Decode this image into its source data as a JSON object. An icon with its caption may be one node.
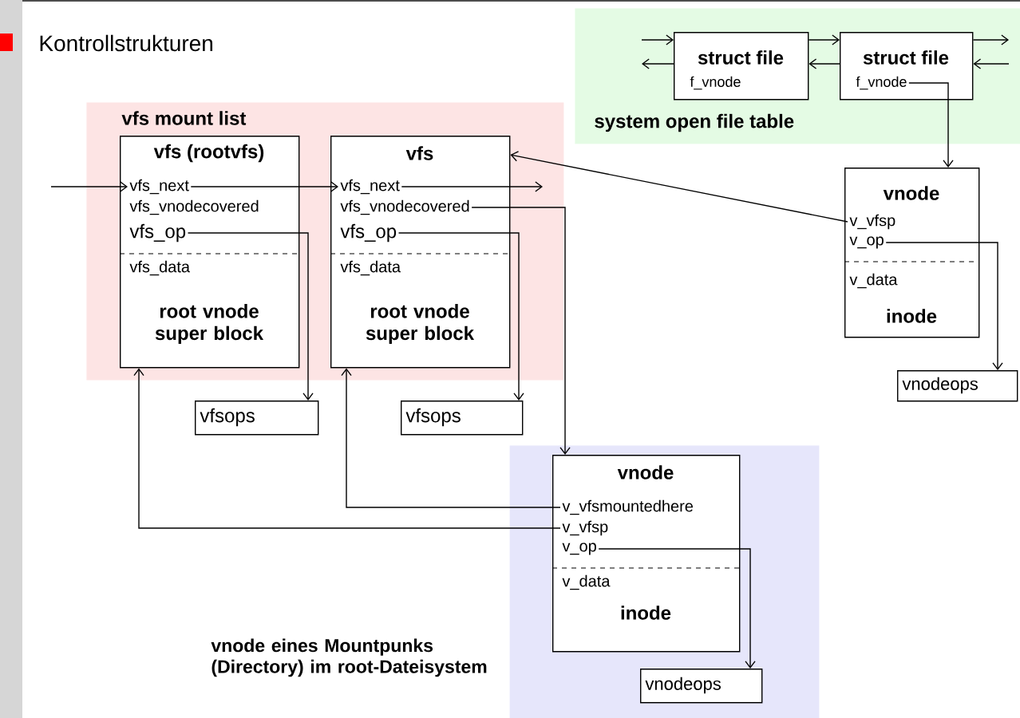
{
  "diagram": {
    "title": "Kontrollstrukturen",
    "nodes": [
      {
        "text": [
          "vfs mount list"
        ]
      },
      {
        "text": [
          "vfs (rootvfs)",
          "root vnode super block"
        ],
        "in": 0
      },
      {
        "text": [
          "vfs_next"
        ],
        "in": 1
      },
      {
        "text": [
          "vfs_vnodecovered"
        ],
        "in": 1
      },
      {
        "text": [
          "vfs_op"
        ],
        "in": 1
      },
      {
        "text": [
          "vfs_data"
        ],
        "in": 1
      },
      {
        "text": [
          "vfs",
          "root vnode super block"
        ],
        "in": 0
      },
      {
        "text": [
          "vfs_next"
        ],
        "in": 6
      },
      {
        "text": [
          "vfs_vnodecovered"
        ],
        "in": 6
      },
      {
        "text": [
          "vfs_op"
        ],
        "in": 6
      },
      {
        "text": [
          "vfs_data"
        ],
        "in": 6
      },
      {
        "text": [
          "system open file table"
        ]
      },
      {
        "text": [
          "struct file"
        ],
        "in": 11
      },
      {
        "text": [
          "f_vnode"
        ],
        "in": 12
      },
      {
        "text": [
          "struct file"
        ],
        "in": 11
      },
      {
        "text": [
          "f_vnode"
        ],
        "in": 14
      },
      {
        "text": [
          "vnode",
          "inode"
        ]
      },
      {
        "text": [
          "v_vfsp"
        ],
        "in": 16
      },
      {
        "text": [
          "v_op"
        ],
        "in": 16
      },
      {
        "text": [
          "v_data"
        ],
        "in": 16
      },
      {
        "text": [
          "vnodeops"
        ]
      },
      {
        "text": [
          "vfsops"
        ]
      },
      {
        "text": [
          "vfsops"
        ]
      },
      {
        "text": [],
        "shape": "box"
      },
      {
        "text": [
          "vnode",
          "inode"
        ],
        "in": 23
      },
      {
        "text": [
          "v_vfsmountedhere"
        ],
        "in": 24
      },
      {
        "text": [
          "v_vfsp"
        ],
        "in": 24
      },
      {
        "text": [
          "v_op"
        ],
        "in": 24
      },
      {
        "text": [
          "v_data"
        ],
        "in": 24
      },
      {
        "text": [
          "vnodeops"
        ],
        "in": 23
      }
    ],
    "edges": [
      {
        "from": null,
        "to": 2,
        "arrow": "to"
      },
      {
        "from": 2,
        "to": 7,
        "arrow": "to"
      },
      {
        "from": 7,
        "to": null,
        "arrow": "to"
      },
      {
        "from": 4,
        "to": 21,
        "arrow": "to"
      },
      {
        "from": 9,
        "to": 22,
        "arrow": "to"
      },
      {
        "from": 8,
        "to": 24,
        "arrow": "to"
      },
      {
        "from": 17,
        "to": 6,
        "arrow": "to"
      },
      {
        "from": 15,
        "to": 16,
        "arrow": "to"
      },
      {
        "from": 18,
        "to": 20,
        "arrow": "to"
      },
      {
        "from": 25,
        "to": 6,
        "arrow": "to"
      },
      {
        "from": 26,
        "to": 1,
        "arrow": "to"
      },
      {
        "from": 27,
        "to": 29,
        "arrow": "to"
      },
      {
        "from": null,
        "to": 12,
        "arrow": "to"
      },
      {
        "from": 12,
        "to": null,
        "arrow": "to"
      },
      {
        "from": 12,
        "to": 14,
        "arrow": "to"
      },
      {
        "from": 14,
        "to": 12,
        "arrow": "to"
      },
      {
        "from": 14,
        "to": null,
        "arrow": "to"
      },
      {
        "from": null,
        "to": 14,
        "arrow": "to"
      }
    ],
    "labels": [
      "vnode eines Mountpunks (Directory) im root-Dateisystem"
    ]
  }
}
